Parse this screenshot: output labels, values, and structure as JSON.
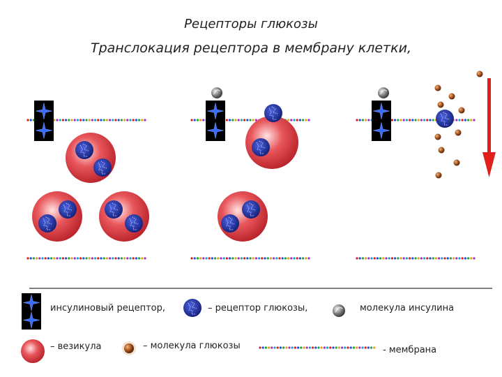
{
  "title": "Рецепторы глюкозы",
  "subtitle": "Транслокация рецептора в мембрану клетки,",
  "legend": {
    "insulin_receptor": "инсулиновый рецептор,",
    "glucose_receptor": "– рецептор глюкозы,",
    "insulin_molecule": "молекула инсулина",
    "vesicle": "– везикула",
    "glucose_molecule": "– молекула глюкозы",
    "membrane": "- мембрана"
  },
  "colors": {
    "vesicle": "#d9363e",
    "receptor": "#1e2f9a",
    "arrow": "#e0201b",
    "insulin": "#555555",
    "glucose": "#8b3a10"
  },
  "icons": [
    "insulin-receptor-icon",
    "glucose-receptor-icon",
    "insulin-molecule-icon",
    "vesicle-icon",
    "glucose-molecule-icon",
    "membrane-icon"
  ]
}
